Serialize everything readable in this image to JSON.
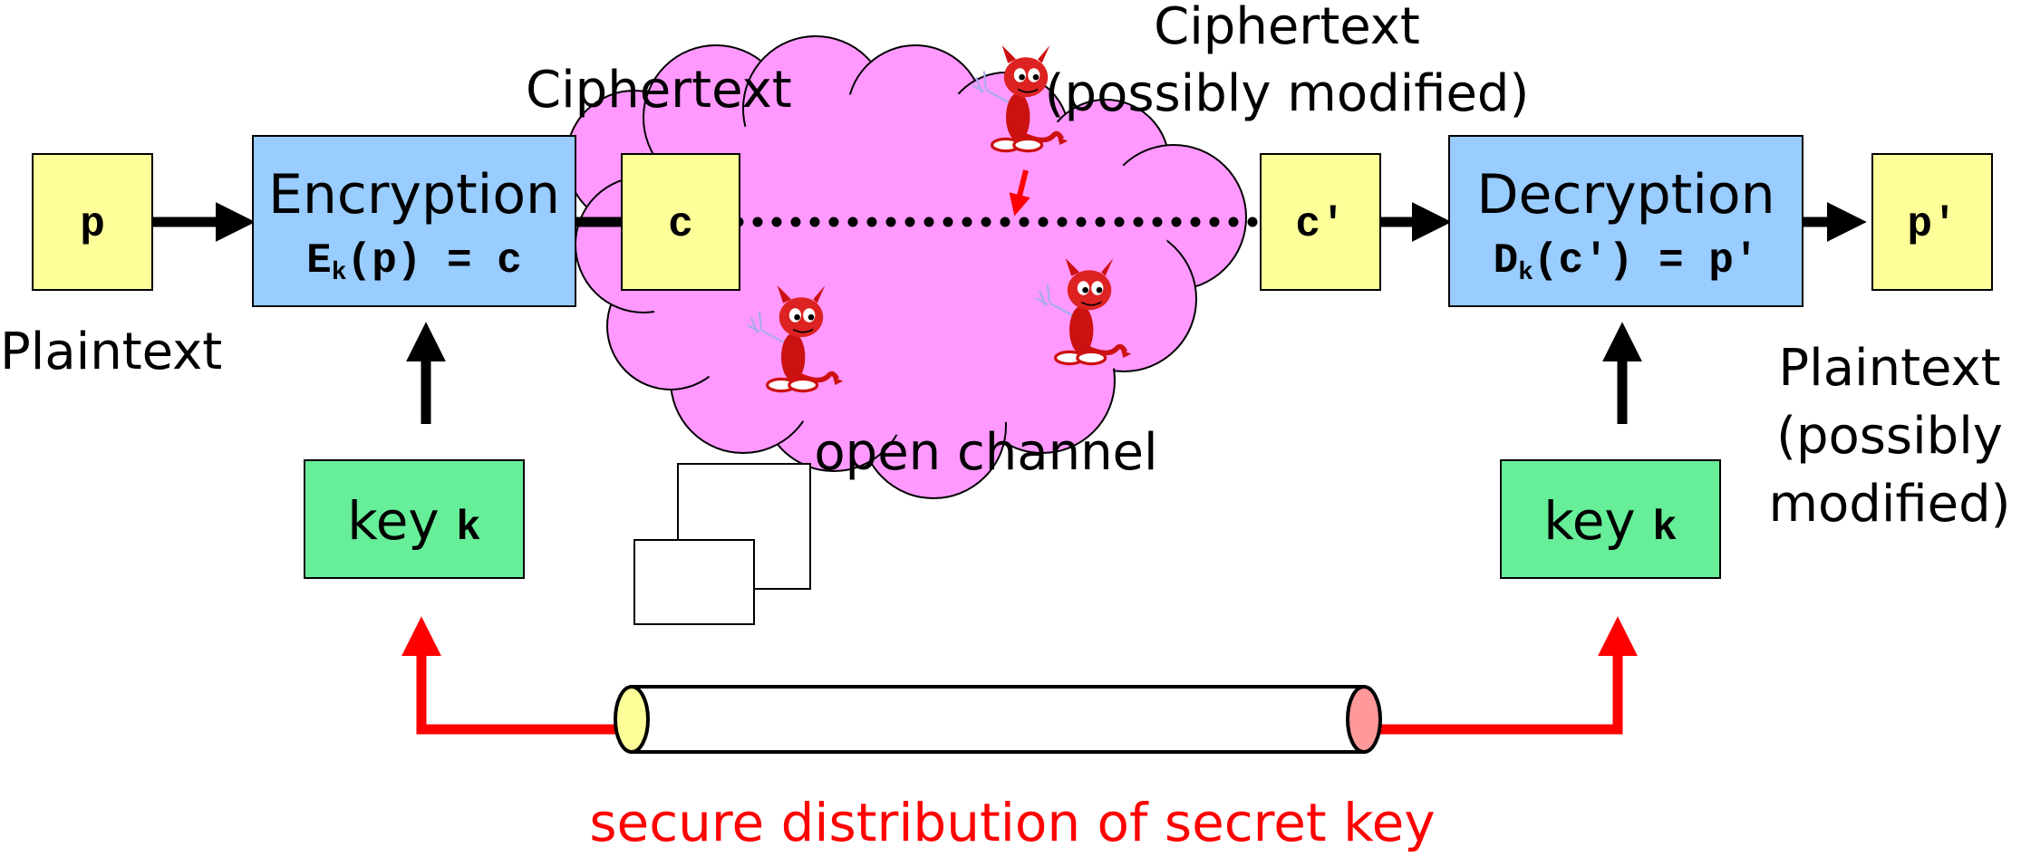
{
  "plaintext": {
    "box": "p",
    "label": "Plaintext"
  },
  "encryption": {
    "title": "Encryption",
    "formula_pre": "E",
    "formula_sub": "k",
    "formula_post": "(p) = c"
  },
  "ciphertext": {
    "box": "c",
    "label": "Ciphertext"
  },
  "ciphertext_mod": {
    "box": "c′",
    "label_line1": "Ciphertext",
    "label_line2": "(possibly modified)"
  },
  "decryption": {
    "title": "Decryption",
    "formula_pre": "D",
    "formula_sub": "k",
    "formula_post": "(c′) = p′"
  },
  "plaintext_mod": {
    "box": "p′",
    "label_line1": "Plaintext",
    "label_line2": "(possibly",
    "label_line3": "modified)"
  },
  "key_left": {
    "text": "key ",
    "var": "k"
  },
  "key_right": {
    "text": "key ",
    "var": "k"
  },
  "channel": {
    "label": "open channel"
  },
  "secure": {
    "label": "secure distribution of secret key"
  },
  "colors": {
    "yellow_box": "#ffff99",
    "blue_box": "#99ccff",
    "green_box": "#66ee99",
    "cloud": "#ff99ff",
    "red": "#ff0000",
    "devil": "#cc1111"
  }
}
